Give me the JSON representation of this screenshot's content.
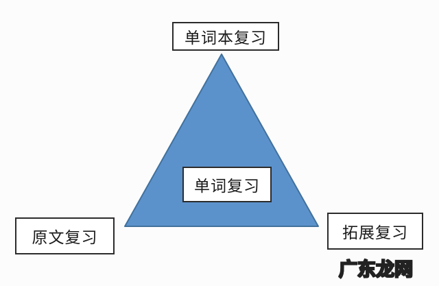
{
  "diagram": {
    "type": "pyramid",
    "boxes": {
      "top": {
        "label": "单词本复习"
      },
      "center": {
        "label": "单词复习"
      },
      "bottom_left": {
        "label": "原文复习"
      },
      "bottom_right": {
        "label": "拓展复习"
      }
    },
    "triangle": {
      "fill": "#5C92CC",
      "stroke": "#41719C"
    },
    "watermark": {
      "text": "广东龙网"
    },
    "colors": {
      "background": "#FDFCFD",
      "box_border": "#2b2b2b",
      "text": "#1a1a1a"
    }
  }
}
